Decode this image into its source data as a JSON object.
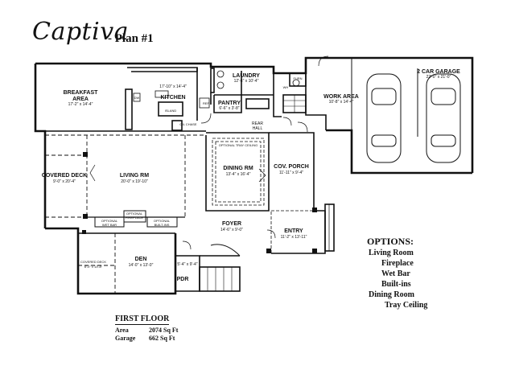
{
  "header": {
    "title": "Captiva",
    "subtitle": "- Plan #1"
  },
  "rooms": {
    "breakfast": {
      "name": "BREAKFAST",
      "name2": "AREA",
      "dims": "17'-2\" x 14'-4\""
    },
    "kitchen": {
      "name": "KITCHEN",
      "dims": "17'-10\" x 14'-4\"",
      "island": "ISLAND",
      "dw": "DW",
      "oil_chase": "OIL CHASE"
    },
    "laundry": {
      "name": "LAUNDRY",
      "dims": "12'-6\" x 10'-4\""
    },
    "pantry": {
      "name": "PANTRY",
      "dims": "6'-6\" x 3'-8\""
    },
    "ref": "REF",
    "rear_hall": {
      "line1": "REAR",
      "line2": "HALL"
    },
    "work_area": {
      "name": "WORK AREA",
      "dims": "10'-8\" x 14'-4\""
    },
    "garage": {
      "name": "2 CAR GARAGE",
      "dims": "22'-0\" x 21'-0\""
    },
    "covered_deck": {
      "name": "COVERED DECK",
      "dims": "9'-0\" x 20'-4\""
    },
    "living": {
      "name": "LIVING RM",
      "dims": "20'-0\" x 19'-10\""
    },
    "dining": {
      "name": "DINING RM",
      "dims": "13'-4\" x 16'-4\"",
      "tray": "OPTIONAL TRAY CEILING"
    },
    "cov_porch": {
      "name": "COV. PORCH",
      "dims": "11'-11\" x 9'-4\""
    },
    "foyer": {
      "name": "FOYER",
      "dims": "14'-6\" x 9'-0\""
    },
    "entry": {
      "name": "ENTRY",
      "dims": "11'-2\" x 13'-11\""
    },
    "den": {
      "name": "DEN",
      "dims": "14'-0\" x 13'-0\""
    },
    "covered_deck2": {
      "name": "COVERED DECK",
      "dims": "6'-0\" x 13'-8\""
    },
    "pdr": {
      "name": "PDR",
      "dims": "5'-4\" x 9'-4\""
    },
    "opt_wet_bar": {
      "line1": "OPTIONAL",
      "line2": "WET BAR"
    },
    "opt_fireplace": {
      "line1": "OPTIONAL",
      "line2": "FIREPLACE"
    },
    "opt_builtins": {
      "line1": "OPTIONAL",
      "line2": "BUILT-INS"
    },
    "wh": "WH",
    "furn": "FURN"
  },
  "options": {
    "heading": "OPTIONS:",
    "items": [
      {
        "label": "Living Room",
        "indent": 0
      },
      {
        "label": "Fireplace",
        "indent": 1
      },
      {
        "label": "Wet Bar",
        "indent": 1
      },
      {
        "label": "Built-ins",
        "indent": 1
      },
      {
        "label": "Dining Room",
        "indent": 0
      },
      {
        "label": "Tray Ceiling",
        "indent": 1
      }
    ]
  },
  "floor_info": {
    "heading": "FIRST FLOOR",
    "area_label": "Area",
    "area_value": "2074 Sq Ft",
    "garage_label": "Garage",
    "garage_value": "662 Sq Ft"
  }
}
